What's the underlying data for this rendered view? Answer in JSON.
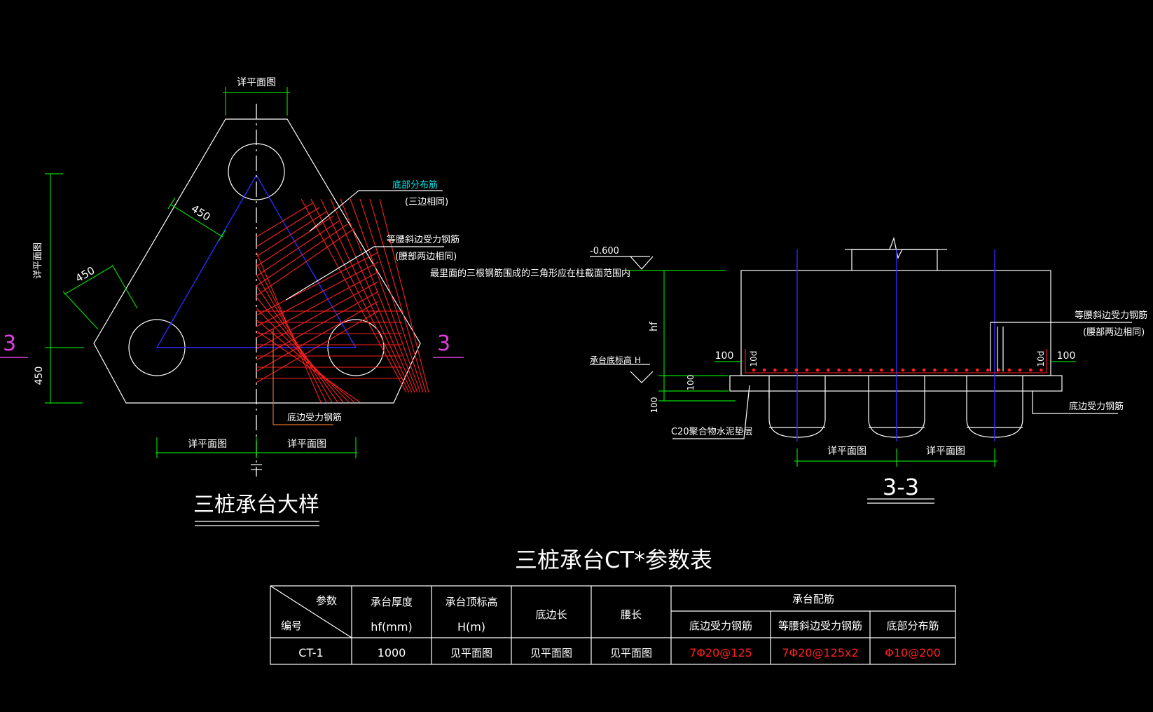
{
  "plan": {
    "title": "三桩承台大样",
    "dim_top": "详平面图",
    "dim_left": "详平面图",
    "dim_bottom_left": "详平面图",
    "dim_bottom_right": "详平面图",
    "dim_450_a": "450",
    "dim_450_b": "450",
    "dim_450_c": "450",
    "section_mark_left": "3",
    "section_mark_right": "3",
    "note_bottom_dist": "底部分布筋",
    "note_bottom_dist_sub": "(三边相同)",
    "note_waist": "等腰斜边受力钢筋",
    "note_waist_sub": "(腰部两边相同)",
    "note_triangle": "最里面的三根钢筋围成的三角形应在柱截面范围内",
    "note_bottom_edge": "底边受力钢筋"
  },
  "section": {
    "title": "3-3",
    "elev_top": "-0.600",
    "hf": "hf",
    "cap_bottom": "承台底标高 H",
    "dim_100_a": "100",
    "dim_100_b": "100",
    "dim_100_c": "100",
    "dim_100_d": "100",
    "dim_10d_a": "10d",
    "dim_10d_b": "10d",
    "pad_note": "C20聚合物水泥垫层",
    "note_waist": "等腰斜边受力钢筋",
    "note_waist_sub": "(腰部两边相同)",
    "note_bottom_edge": "底边受力钢筋",
    "dim_left": "详平面图",
    "dim_right": "详平面图"
  },
  "table": {
    "title": "三桩承台CT*参数表",
    "hdr_param": "参数",
    "hdr_code": "编号",
    "hdr_thick": "承台厚度",
    "hdr_thick_unit": "hf(mm)",
    "hdr_top": "承台顶标高",
    "hdr_top_unit": "H(m)",
    "hdr_base": "底边长",
    "hdr_waist": "腰长",
    "hdr_rebar": "承台配筋",
    "hdr_r1": "底边受力钢筋",
    "hdr_r2": "等腰斜边受力钢筋",
    "hdr_r3": "底部分布筋",
    "row": {
      "code": "CT-1",
      "thick": "1000",
      "top": "见平面图",
      "base": "见平面图",
      "waist": "见平面图",
      "r1": "7Φ20@125",
      "r2": "7Φ20@125x2",
      "r3": "Φ10@200"
    }
  },
  "colors": {
    "background": "#000000",
    "line": "#ffffff",
    "dimension": "#00d800",
    "rebar": "#ff2020",
    "axis": "#2a2aff",
    "section_mark": "#e040e0",
    "leader_cyan": "#00e5e5"
  }
}
